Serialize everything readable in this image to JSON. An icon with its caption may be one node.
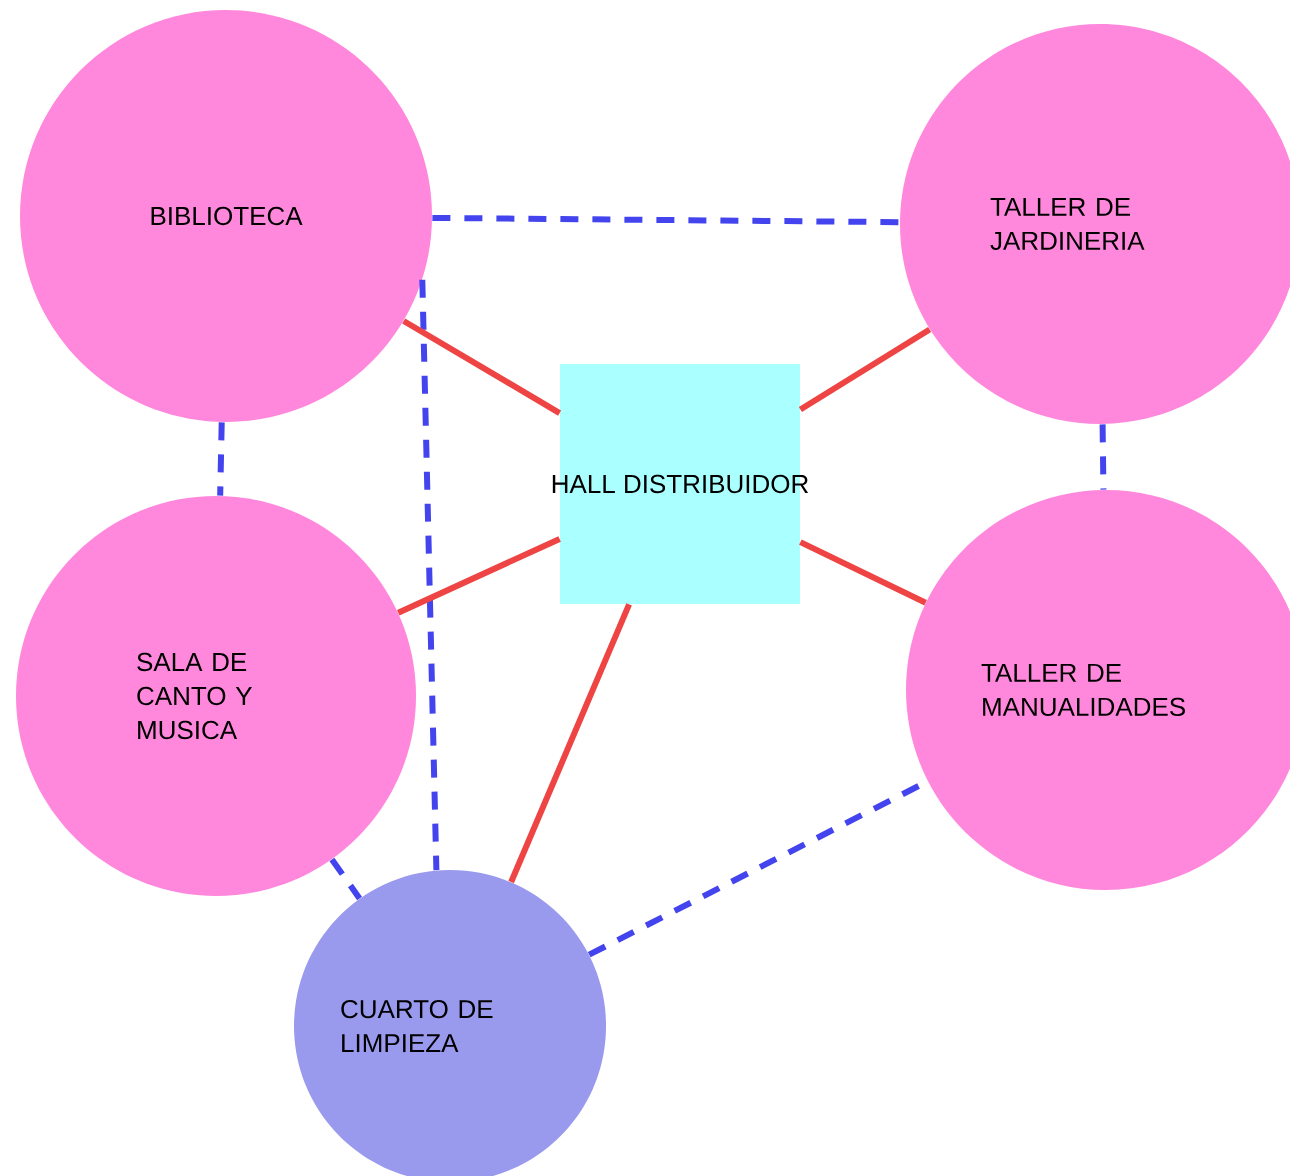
{
  "diagram": {
    "nodes": [
      {
        "text": [
          "BIBLIOTECA"
        ]
      },
      {
        "text": [
          "TALLER DE JARDINERIA"
        ]
      },
      {
        "text": [
          "HALL DISTRIBUIDOR"
        ]
      },
      {
        "text": [
          "SALA DE CANTO Y MUSICA"
        ]
      },
      {
        "text": [
          "TALLER DE MANUALIDADES"
        ]
      },
      {
        "text": [
          "CUARTO DE LIMPIEZA"
        ]
      }
    ],
    "edges": [
      {
        "from": 0,
        "to": 1,
        "arrow": "none",
        "style": "dashed"
      },
      {
        "from": 0,
        "to": 3,
        "arrow": "none",
        "style": "dashed"
      },
      {
        "from": 1,
        "to": 4,
        "arrow": "none",
        "style": "dashed"
      },
      {
        "from": 0,
        "to": 5,
        "arrow": "none",
        "style": "dashed"
      },
      {
        "from": 3,
        "to": 5,
        "arrow": "none",
        "style": "dashed"
      },
      {
        "from": 5,
        "to": 4,
        "arrow": "none",
        "style": "dashed"
      },
      {
        "from": 0,
        "to": 2,
        "arrow": "none",
        "color": "#ee4444"
      },
      {
        "from": 1,
        "to": 2,
        "arrow": "none",
        "color": "#ee4444"
      },
      {
        "from": 3,
        "to": 2,
        "arrow": "none",
        "color": "#ee4444"
      },
      {
        "from": 4,
        "to": 2,
        "arrow": "none",
        "color": "#ee4444"
      },
      {
        "from": 5,
        "to": 2,
        "arrow": "none",
        "color": "#ee4444"
      }
    ]
  }
}
